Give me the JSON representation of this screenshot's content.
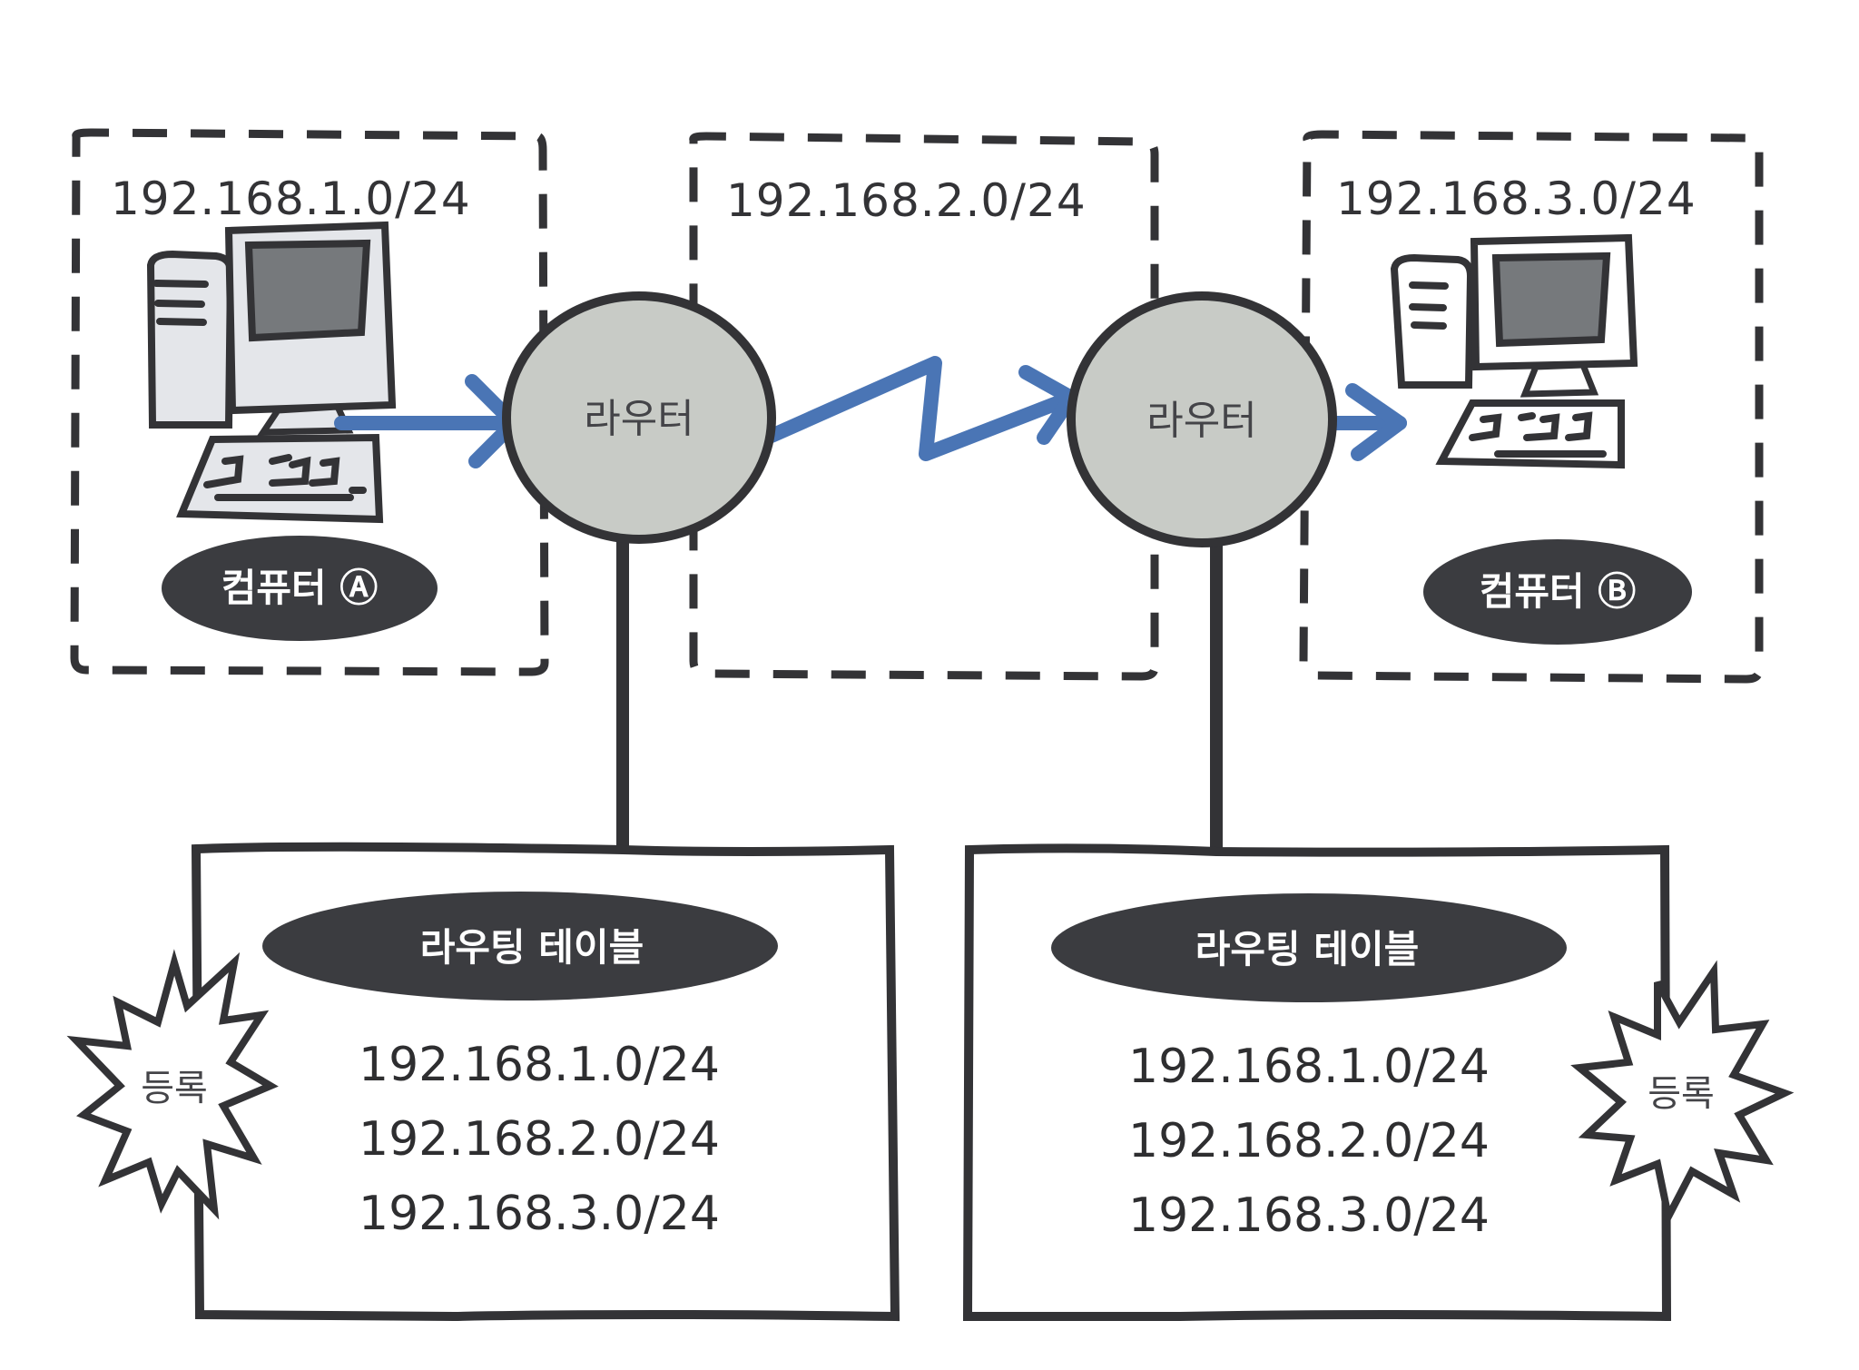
{
  "colors": {
    "ink": "#333336",
    "arrow": "#4a75b5",
    "router_fill": "#c8cbc6",
    "pc_body": "#e4e6ea",
    "pc_screen": "#76797c",
    "pill": "#3b3c40"
  },
  "subnets": [
    {
      "label": "192.168.1.0/24"
    },
    {
      "label": "192.168.2.0/24"
    },
    {
      "label": "192.168.3.0/24"
    }
  ],
  "computers": [
    {
      "label": "컴퓨터 Ⓐ",
      "icon": "desktop-computer-icon"
    },
    {
      "label": "컴퓨터 Ⓑ",
      "icon": "desktop-computer-icon"
    }
  ],
  "routers": [
    {
      "label": "라우터"
    },
    {
      "label": "라우터"
    }
  ],
  "routing_tables": [
    {
      "title": "라우팅 테이블",
      "entries": [
        "192.168.1.0/24",
        "192.168.2.0/24",
        "192.168.3.0/24"
      ],
      "badge": "등록"
    },
    {
      "title": "라우팅 테이블",
      "entries": [
        "192.168.1.0/24",
        "192.168.2.0/24",
        "192.168.3.0/24"
      ],
      "badge": "등록"
    }
  ]
}
